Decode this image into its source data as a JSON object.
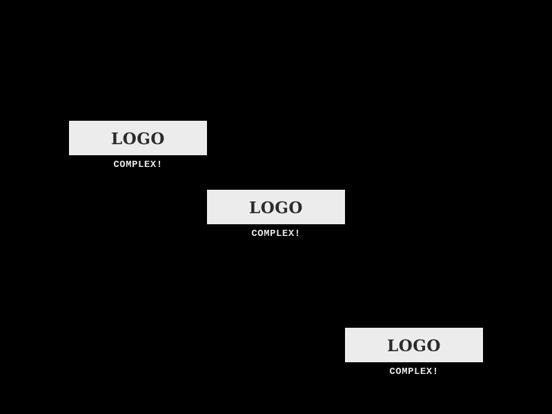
{
  "logos": [
    {
      "mark": "LOGO",
      "caption": "COMPLEX!"
    },
    {
      "mark": "LOGO",
      "caption": "COMPLEX!"
    },
    {
      "mark": "LOGO",
      "caption": "COMPLEX!"
    }
  ],
  "colors": {
    "background": "#000000",
    "logo_box": "#ececec",
    "logo_text": "#2b2b2b",
    "caption_text": "#e6e6e6"
  }
}
